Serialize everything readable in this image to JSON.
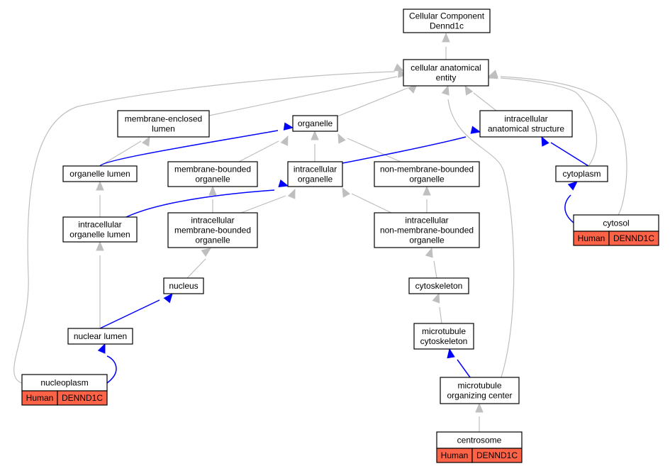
{
  "nodes": {
    "root": {
      "lines": [
        "Cellular Component",
        "Dennd1c"
      ]
    },
    "cae": {
      "lines": [
        "cellular anatomical",
        "entity"
      ]
    },
    "mel": {
      "lines": [
        "membrane-enclosed",
        "lumen"
      ]
    },
    "org": {
      "lines": [
        "organelle"
      ]
    },
    "ias": {
      "lines": [
        "intracellular",
        "anatomical structure"
      ]
    },
    "orglumen": {
      "lines": [
        "organelle lumen"
      ]
    },
    "mbo": {
      "lines": [
        "membrane-bounded",
        "organelle"
      ]
    },
    "io": {
      "lines": [
        "intracellular",
        "organelle"
      ]
    },
    "nmbo": {
      "lines": [
        "non-membrane-bounded",
        "organelle"
      ]
    },
    "cytoplasm": {
      "lines": [
        "cytoplasm"
      ]
    },
    "iol": {
      "lines": [
        "intracellular",
        "organelle lumen"
      ]
    },
    "imbo": {
      "lines": [
        "intracellular",
        "membrane-bounded",
        "organelle"
      ]
    },
    "inmbo": {
      "lines": [
        "intracellular",
        "non-membrane-bounded",
        "organelle"
      ]
    },
    "cytosol": {
      "lines": [
        "cytosol"
      ]
    },
    "nucleus": {
      "lines": [
        "nucleus"
      ]
    },
    "cytoskeleton": {
      "lines": [
        "cytoskeleton"
      ]
    },
    "nuclumen": {
      "lines": [
        "nuclear lumen"
      ]
    },
    "mtcyto": {
      "lines": [
        "microtubule",
        "cytoskeleton"
      ]
    },
    "nucleoplasm": {
      "lines": [
        "nucleoplasm"
      ]
    },
    "mtoc": {
      "lines": [
        "microtubule",
        "organizing center"
      ]
    },
    "centrosome": {
      "lines": [
        "centrosome"
      ]
    }
  },
  "annotations": {
    "cytosol": {
      "species": "Human",
      "gene": "DENND1C"
    },
    "nucleoplasm": {
      "species": "Human",
      "gene": "DENND1C"
    },
    "centrosome": {
      "species": "Human",
      "gene": "DENND1C"
    }
  },
  "colors": {
    "is_a_edge": "#bfbfbf",
    "part_of_edge": "#0000ff",
    "annotation_fill": "#ff6347"
  }
}
